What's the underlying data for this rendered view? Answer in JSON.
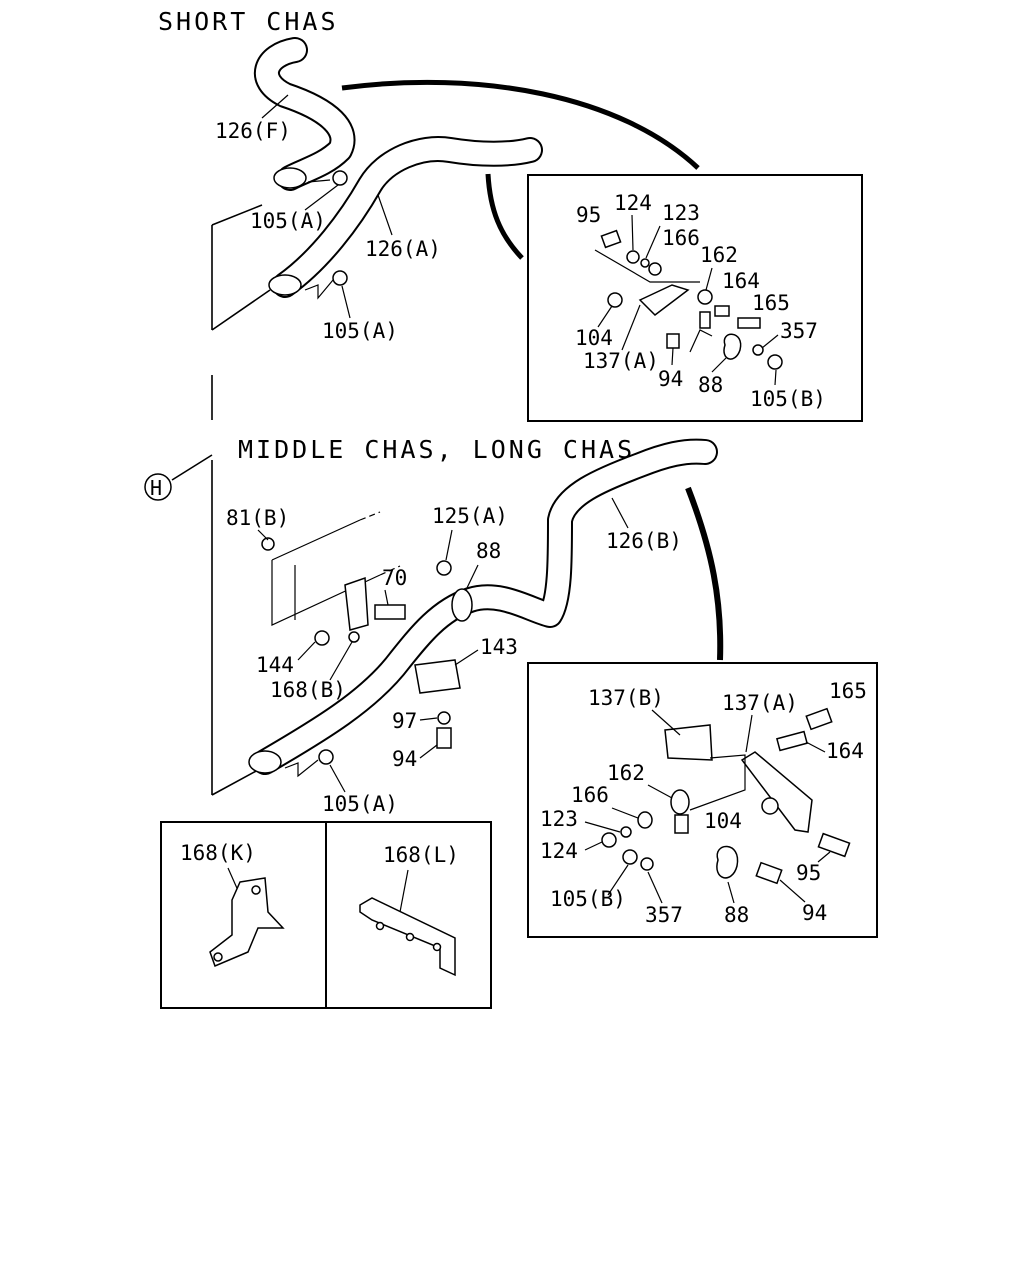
{
  "headers": {
    "short_chas": "SHORT CHAS",
    "middle_long_chas": "MIDDLE CHAS, LONG CHAS"
  },
  "callout": "H",
  "labels": {
    "p126F": "126(F)",
    "p105A_1": "105(A)",
    "p126A": "126(A)",
    "p105A_2": "105(A)",
    "p81B": "81(B)",
    "p70": "70",
    "p125A": "125(A)",
    "p88_main": "88",
    "p126B": "126(B)",
    "p144": "144",
    "p168B": "168(B)",
    "p143": "143",
    "p97": "97",
    "p94_main": "94",
    "p105A_3": "105(A)"
  },
  "detail_top": {
    "p95": "95",
    "p124": "124",
    "p123": "123",
    "p166": "166",
    "p162": "162",
    "p164": "164",
    "p165": "165",
    "p357": "357",
    "p104": "104",
    "p137A": "137(A)",
    "p94": "94",
    "p88": "88",
    "p105B": "105(B)"
  },
  "detail_bottom": {
    "p137B": "137(B)",
    "p137A": "137(A)",
    "p165": "165",
    "p164": "164",
    "p162": "162",
    "p166": "166",
    "p104": "104",
    "p123": "123",
    "p124": "124",
    "p95": "95",
    "p105B": "105(B)",
    "p357": "357",
    "p88": "88",
    "p94": "94"
  },
  "inset": {
    "p168K": "168(K)",
    "p168L": "168(L)"
  }
}
